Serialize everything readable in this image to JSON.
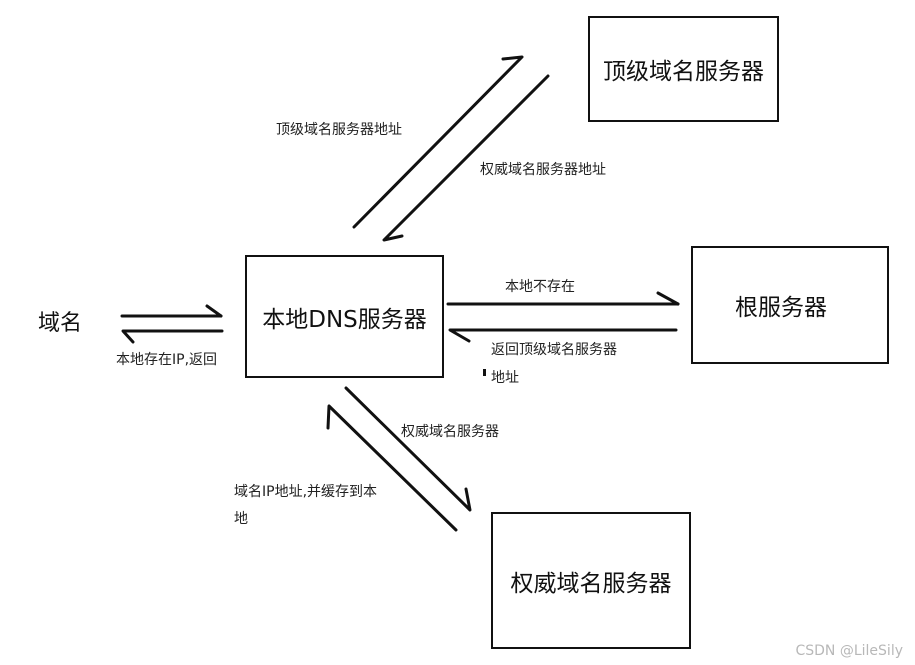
{
  "nodes": {
    "local_dns": "本地DNS服务器",
    "tld": "顶级域名服务器",
    "root": "根服务器",
    "authoritative": "权威域名服务器"
  },
  "client": {
    "domain": "域名"
  },
  "edges": {
    "client_reply": "本地存在IP,返回",
    "tld_query": "顶级域名服务器地址",
    "tld_reply": "权威域名服务器地址",
    "root_query": "本地不存在",
    "root_reply_line1": "返回顶级域名服务器",
    "root_reply_line2": "地址",
    "auth_query": "权威域名服务器",
    "auth_reply_line1": "域名IP地址,并缓存到本",
    "auth_reply_line2": "地"
  },
  "watermark": "CSDN @LileSily"
}
